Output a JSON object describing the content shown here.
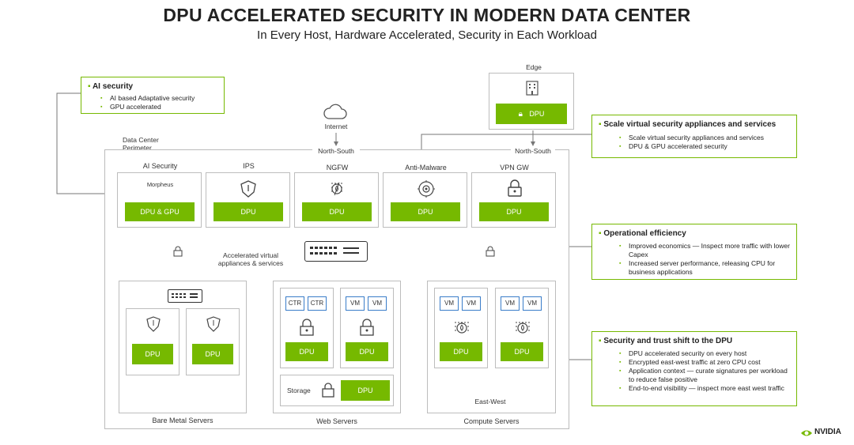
{
  "header": {
    "title": "DPU ACCELERATED SECURITY IN MODERN DATA CENTER",
    "subtitle": "In Every Host, Hardware Accelerated, Security in Each Workload"
  },
  "labels": {
    "internet": "Internet",
    "edge": "Edge",
    "perimeter": "Data Center Perimeter",
    "north_south_left": "North-South",
    "north_south_right": "North-South",
    "accelerated_line1": "Accelerated virtual",
    "accelerated_line2": "appliances & services",
    "east_west": "East-West",
    "storage": "Storage"
  },
  "appliances": [
    {
      "name": "AI Security",
      "sub": "Morpheus",
      "dpu": "DPU & GPU"
    },
    {
      "name": "IPS",
      "dpu": "DPU"
    },
    {
      "name": "NGFW",
      "dpu": "DPU"
    },
    {
      "name": "Anti-Malware",
      "dpu": "DPU"
    },
    {
      "name": "VPN GW",
      "dpu": "DPU"
    }
  ],
  "edge_dpu": "DPU",
  "groups": {
    "bare_metal": {
      "label": "Bare Metal Servers",
      "dpu1": "DPU",
      "dpu2": "DPU"
    },
    "web": {
      "label": "Web Servers",
      "ctr1": "CTR",
      "ctr2": "CTR",
      "vm1": "VM",
      "vm2": "VM",
      "dpu1": "DPU",
      "dpu2": "DPU",
      "storage_dpu": "DPU"
    },
    "compute": {
      "label": "Compute Servers",
      "vm1": "VM",
      "vm2": "VM",
      "vm3": "VM",
      "vm4": "VM",
      "dpu1": "DPU",
      "dpu2": "DPU"
    }
  },
  "callouts": {
    "ai": {
      "head": "AI security",
      "items": [
        "AI based Adaptative security",
        "GPU accelerated"
      ]
    },
    "scale": {
      "head": "Scale virtual security appliances and services",
      "items": [
        "Scale virtual security appliances and services",
        "DPU & GPU accelerated security"
      ]
    },
    "ops": {
      "head": "Operational efficiency",
      "items": [
        "Improved economics — Inspect more traffic with lower Capex",
        "Increased server performance, releasing CPU for business applications"
      ]
    },
    "trust": {
      "head": "Security and trust shift to the DPU",
      "items": [
        "DPU accelerated security on every host",
        "Encrypted east-west traffic at zero CPU cost",
        "Application context — curate signatures per workload to reduce false positive",
        "End-to-end visibility — inspect more east west traffic"
      ]
    }
  },
  "logo": {
    "text": "NVIDIA"
  },
  "colors": {
    "accent": "#76b900",
    "vm_border": "#3a7dc9",
    "box_border": "#bdbdbd"
  }
}
